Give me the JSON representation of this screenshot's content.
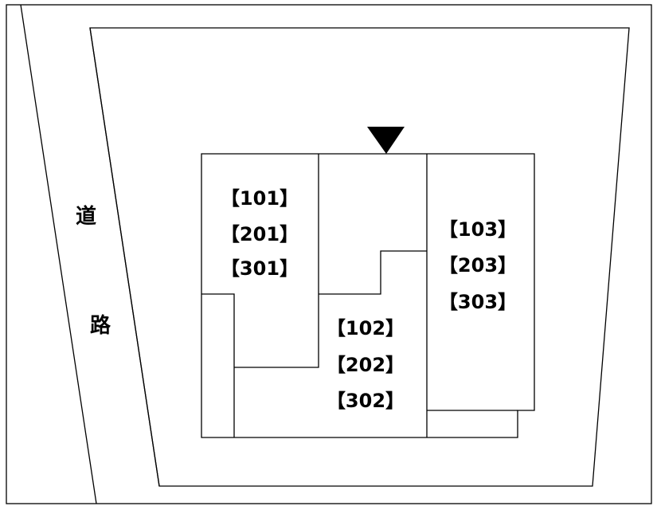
{
  "road": {
    "label_top": "道",
    "label_bottom": "路"
  },
  "buildings": {
    "left": {
      "rooms": [
        "【101】",
        "【201】",
        "【301】"
      ]
    },
    "center": {
      "rooms": [
        "【102】",
        "【202】",
        "【302】"
      ]
    },
    "right": {
      "rooms": [
        "【103】",
        "【203】",
        "【303】"
      ]
    }
  },
  "entrance_marker": {
    "icon": "down-triangle-icon",
    "color": "#000000"
  },
  "line_color": "#000000",
  "background_color": "#ffffff"
}
